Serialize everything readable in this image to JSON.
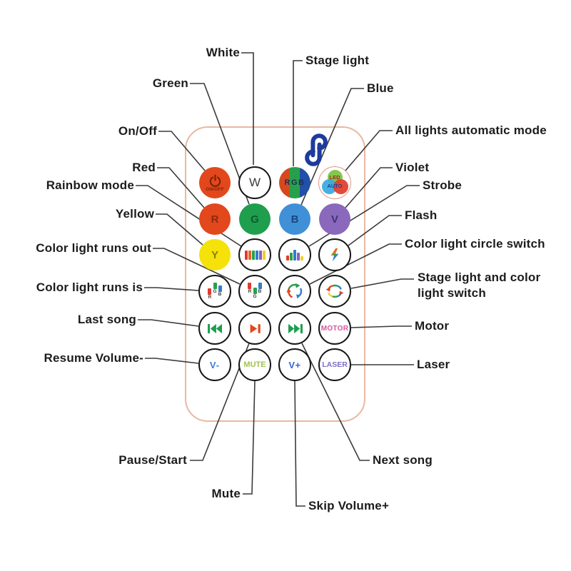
{
  "annotations": {
    "white": "White",
    "green": "Green",
    "on_off": "On/Off",
    "red": "Red",
    "rainbow_mode": "Rainbow mode",
    "yellow": "Yellow",
    "color_light_runs_out": "Color light runs out",
    "color_light_runs_is": "Color light runs is",
    "last_song": "Last song",
    "resume_volume_minus": "Resume Volume-",
    "pause_start": "Pause/Start",
    "mute": "Mute",
    "stage_light": "Stage light",
    "blue": "Blue",
    "all_lights_automatic_mode": "All lights automatic mode",
    "violet": "Violet",
    "strobe": "Strobe",
    "flash": "Flash",
    "color_light_circle_switch": "Color light circle switch",
    "stage_light_and_color_light_switch": "Stage light and color light switch",
    "motor": "Motor",
    "laser": "Laser",
    "skip_volume_plus": "Skip Volume+",
    "next_song": "Next song"
  },
  "remote": {
    "buttons": {
      "on_off": "ON/OFF",
      "white": "W",
      "rgb": {
        "r": "R",
        "g": "G",
        "b": "B"
      },
      "led_auto": {
        "top": "LED",
        "bottom": "AUTO"
      },
      "red": "R",
      "green": "G",
      "blue": "B",
      "violet": "V",
      "yellow": "Y",
      "runs_is": {
        "r": "R",
        "g": "G",
        "b": "B"
      },
      "runs_out": {
        "r": "R",
        "g": "G",
        "b": "B"
      },
      "motor": "MOTOR",
      "v_minus": "V-",
      "mute": "MUTE",
      "v_plus": "V+",
      "laser": "LASER"
    }
  },
  "colors": {
    "remote_outline": "#eab7a0",
    "power_orange_red": "#e2481c",
    "green": "#1f9e4e",
    "blue": "#4090d8",
    "violet": "#8a68bc",
    "yellow": "#f4e20a",
    "media_green": "#1e9e50",
    "pause_orange": "#e2491c",
    "motor_pink": "#d4579e",
    "laser_purple": "#7f6cc8",
    "volume_blue": "#3e7ed2",
    "mute_green": "#a0c350",
    "logo_blue": "#1d3a9e",
    "leader_line": "#3a3a3a"
  }
}
